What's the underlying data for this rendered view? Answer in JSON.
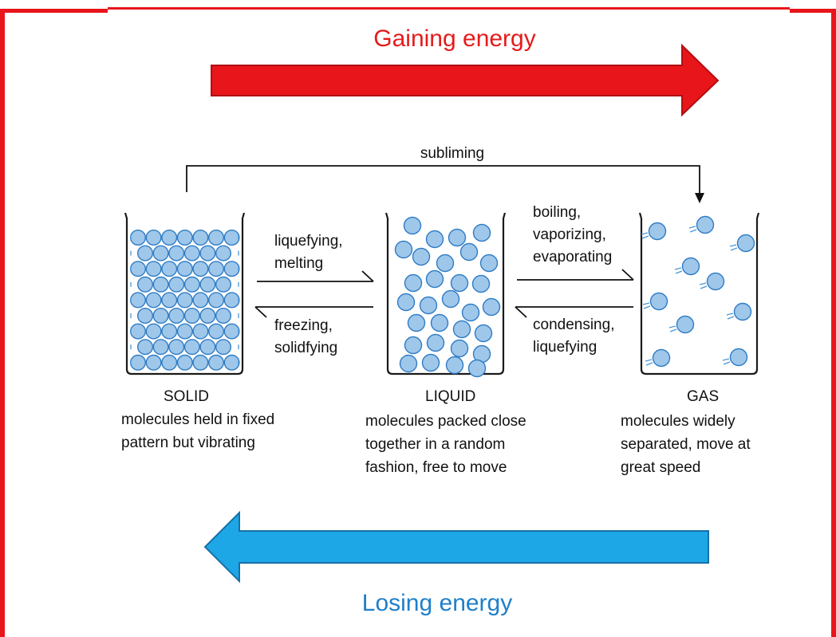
{
  "title_gain": "Gaining energy",
  "title_lose": "Losing energy",
  "colors": {
    "gain_arrow": "#e8151a",
    "lose_arrow": "#1ea7e6",
    "gain_text": "#e51b1b",
    "lose_text": "#1f7fc9",
    "frame": "#e8151a",
    "molecule": "#9fc7ea"
  },
  "transitions": {
    "subliming": "subliming",
    "melting": [
      "liquefying,",
      "melting"
    ],
    "freezing": [
      "freezing,",
      "solidfying"
    ],
    "boiling": [
      "boiling,",
      "vaporizing,",
      "evaporating"
    ],
    "condensing": [
      "condensing,",
      "liquefying"
    ]
  },
  "states": [
    {
      "name": "SOLID",
      "description": [
        "molecules held in fixed",
        "pattern but vibrating"
      ]
    },
    {
      "name": "LIQUID",
      "description": [
        "molecules packed close",
        "together in a random",
        "fashion, free to move"
      ]
    },
    {
      "name": "GAS",
      "description": [
        "molecules  widely",
        "separated, move at",
        "great speed"
      ]
    }
  ]
}
